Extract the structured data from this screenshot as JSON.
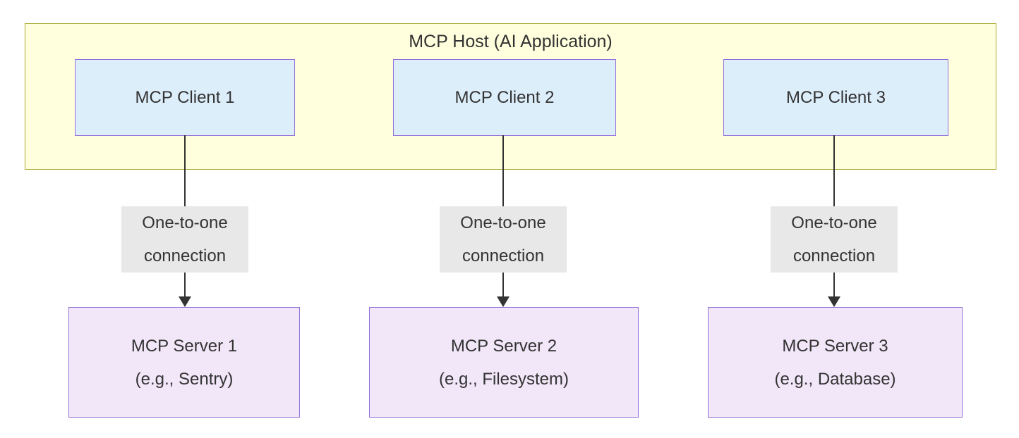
{
  "host": {
    "title": "MCP Host (AI Application)"
  },
  "columns": [
    {
      "client_label": "MCP Client 1",
      "connection_line1": "One-to-one",
      "connection_line2": "connection",
      "server_name": "MCP Server 1",
      "server_example": "(e.g., Sentry)"
    },
    {
      "client_label": "MCP Client 2",
      "connection_line1": "One-to-one",
      "connection_line2": "connection",
      "server_name": "MCP Server 2",
      "server_example": "(e.g., Filesystem)"
    },
    {
      "client_label": "MCP Client 3",
      "connection_line1": "One-to-one",
      "connection_line2": "connection",
      "server_name": "MCP Server 3",
      "server_example": "(e.g., Database)"
    }
  ],
  "colors": {
    "host_fill": "#ffffde",
    "host_border": "#aaaa33",
    "client_fill": "#ddeefb",
    "client_border": "#9370db",
    "server_fill": "#f1e7f8",
    "server_border": "#9370db",
    "edge_label_bg": "#e8e8e8",
    "text": "#333333",
    "arrow": "#333333"
  }
}
